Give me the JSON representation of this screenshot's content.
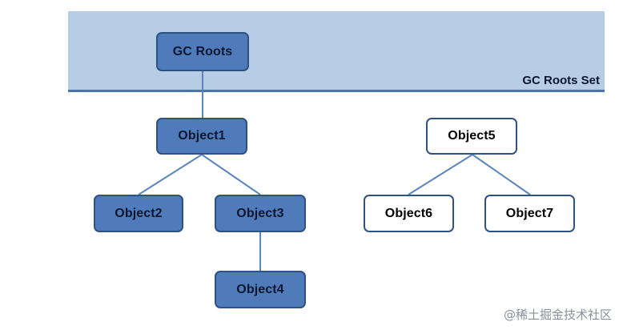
{
  "diagram": {
    "roots_set_label": "GC Roots Set",
    "nodes": {
      "gc_roots": "GC Roots",
      "object1": "Object1",
      "object2": "Object2",
      "object3": "Object3",
      "object4": "Object4",
      "object5": "Object5",
      "object6": "Object6",
      "object7": "Object7"
    },
    "edges": [
      [
        "GC Roots",
        "Object1"
      ],
      [
        "Object1",
        "Object2"
      ],
      [
        "Object1",
        "Object3"
      ],
      [
        "Object3",
        "Object4"
      ],
      [
        "Object5",
        "Object6"
      ],
      [
        "Object5",
        "Object7"
      ]
    ],
    "colors": {
      "band": "#b7cde6",
      "reachable_fill": "#4f7bba",
      "unreachable_fill": "#ffffff",
      "node_border": "#2f5283",
      "edge": "#5b86bd"
    }
  },
  "watermark": "@稀土掘金技术社区"
}
